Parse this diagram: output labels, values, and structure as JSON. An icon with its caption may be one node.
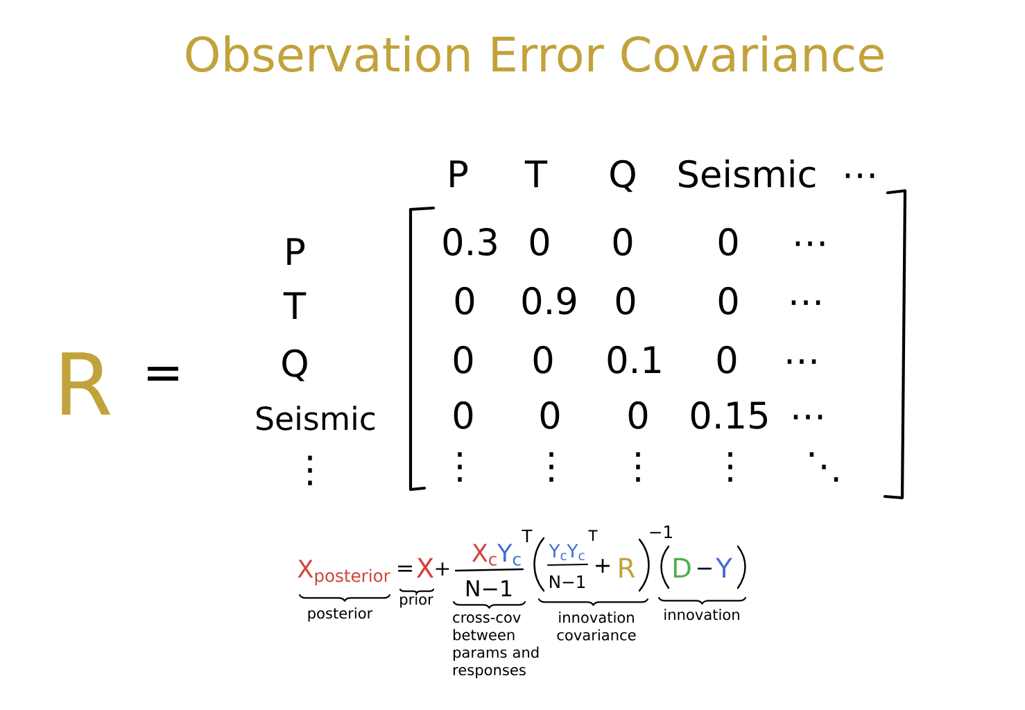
{
  "diagram": {
    "title": "Observation Error Covariance",
    "labels": [
      "R",
      "=",
      "P",
      "T",
      "Q",
      "Seismic",
      "⋯",
      "P",
      "0.3",
      "0",
      "0",
      "0",
      "⋯",
      "T",
      "0",
      "0.9",
      "0",
      "0",
      "⋯",
      "Q",
      "0",
      "0",
      "0.1",
      "0",
      "⋯",
      "Seismic",
      "0",
      "0",
      "0",
      "0.15",
      "⋯",
      "⋮",
      "⋮",
      "⋮",
      "⋮",
      "⋮",
      "⋱",
      "X$_{posterior}$",
      "=",
      "X",
      "+",
      "X$_{c}$",
      "Y$_{c}$",
      "T",
      "N−1",
      "Y$_{c}$",
      "Y$_{c}$",
      "T",
      "N−1",
      "+",
      "R",
      "−1",
      "D",
      "−",
      "Y",
      "posterior",
      "prior",
      "cross-cov between params and responses",
      "innovation covariance",
      "innovation"
    ]
  }
}
